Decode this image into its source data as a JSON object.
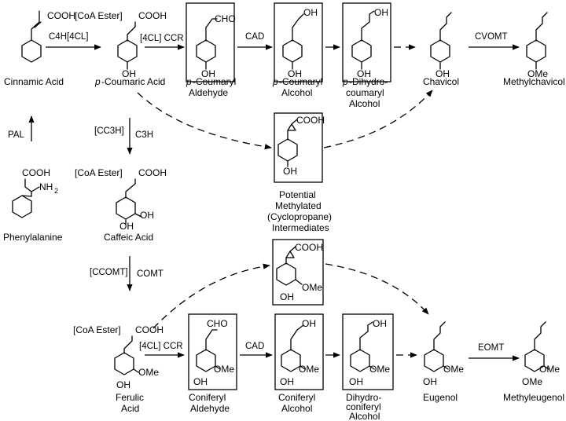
{
  "compounds": {
    "cinnamic_acid": "Cinnamic Acid",
    "p_coumaric_acid_italic": "p",
    "p_coumaric_acid": "-Coumaric Acid",
    "p_coumaryl_aldehyde_italic": "p",
    "p_coumaryl_aldehyde_1": "-Coumaryl",
    "p_coumaryl_aldehyde_2": "Aldehyde",
    "p_coumaryl_alcohol_italic": "p",
    "p_coumaryl_alcohol_1": "-Coumaryl",
    "p_coumaryl_alcohol_2": "Alcohol",
    "p_dihydro_italic": "p",
    "p_dihydro_1": "-Dihydro-",
    "p_dihydro_2": "coumaryl",
    "p_dihydro_3": "Alcohol",
    "chavicol": "Chavicol",
    "methylchavicol": "Methylchavicol",
    "phenylalanine": "Phenylalanine",
    "caffeic_acid": "Caffeic Acid",
    "potential_1": "Potential",
    "potential_2": "Methylated",
    "potential_3": "(Cyclopropane)",
    "potential_4": "Intermediates",
    "ferulic_1": "Ferulic",
    "ferulic_2": "Acid",
    "coniferyl_aldehyde_1": "Coniferyl",
    "coniferyl_aldehyde_2": "Aldehyde",
    "coniferyl_alcohol_1": "Coniferyl",
    "coniferyl_alcohol_2": "Alcohol",
    "dihydroconiferyl_1": "Dihydro-",
    "dihydroconiferyl_2": "coniferyl",
    "dihydroconiferyl_3": "Alcohol",
    "eugenol": "Eugenol",
    "methyleugenol": "Methyleugenol"
  },
  "enzymes": {
    "c4h": "C4H[4CL]",
    "cll_ccr_1": "[4CL] CCR",
    "cad_1": "CAD",
    "cvomt": "CVOMT",
    "pal": "PAL",
    "cc3h": "[CC3H]",
    "c3h": "C3H",
    "ccomt": "[CCOMT]",
    "comt": "COMT",
    "cll_ccr_2": "[4CL] CCR",
    "cad_2": "CAD",
    "eomt": "EOMT"
  },
  "substituents": {
    "cooh": "COOH",
    "cho": "CHO",
    "oh": "OH",
    "ome": "OMe",
    "nh2": "NH",
    "nh2_sub": "2",
    "coa_ester": "[CoA Ester]"
  }
}
